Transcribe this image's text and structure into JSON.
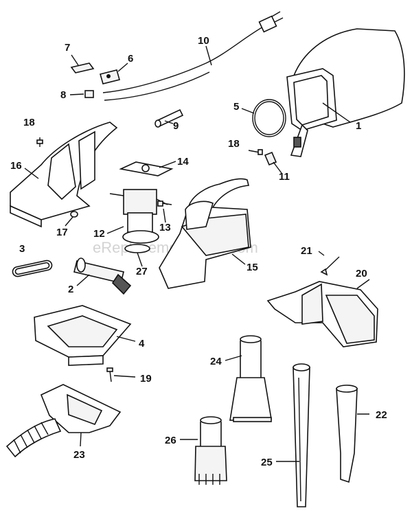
{
  "watermark": "eReplacementParts.com",
  "callouts": {
    "p1": "1",
    "p2": "2",
    "p3": "3",
    "p4": "4",
    "p5": "5",
    "p6": "6",
    "p7": "7",
    "p8": "8",
    "p9": "9",
    "p10": "10",
    "p11": "11",
    "p12": "12",
    "p13": "13",
    "p14": "14",
    "p15": "15",
    "p16": "16",
    "p17": "17",
    "p18a": "18",
    "p18b": "18",
    "p19": "19",
    "p20": "20",
    "p21": "21",
    "p22": "22",
    "p23": "23",
    "p24": "24",
    "p25": "25",
    "p26": "26",
    "p27": "27"
  }
}
